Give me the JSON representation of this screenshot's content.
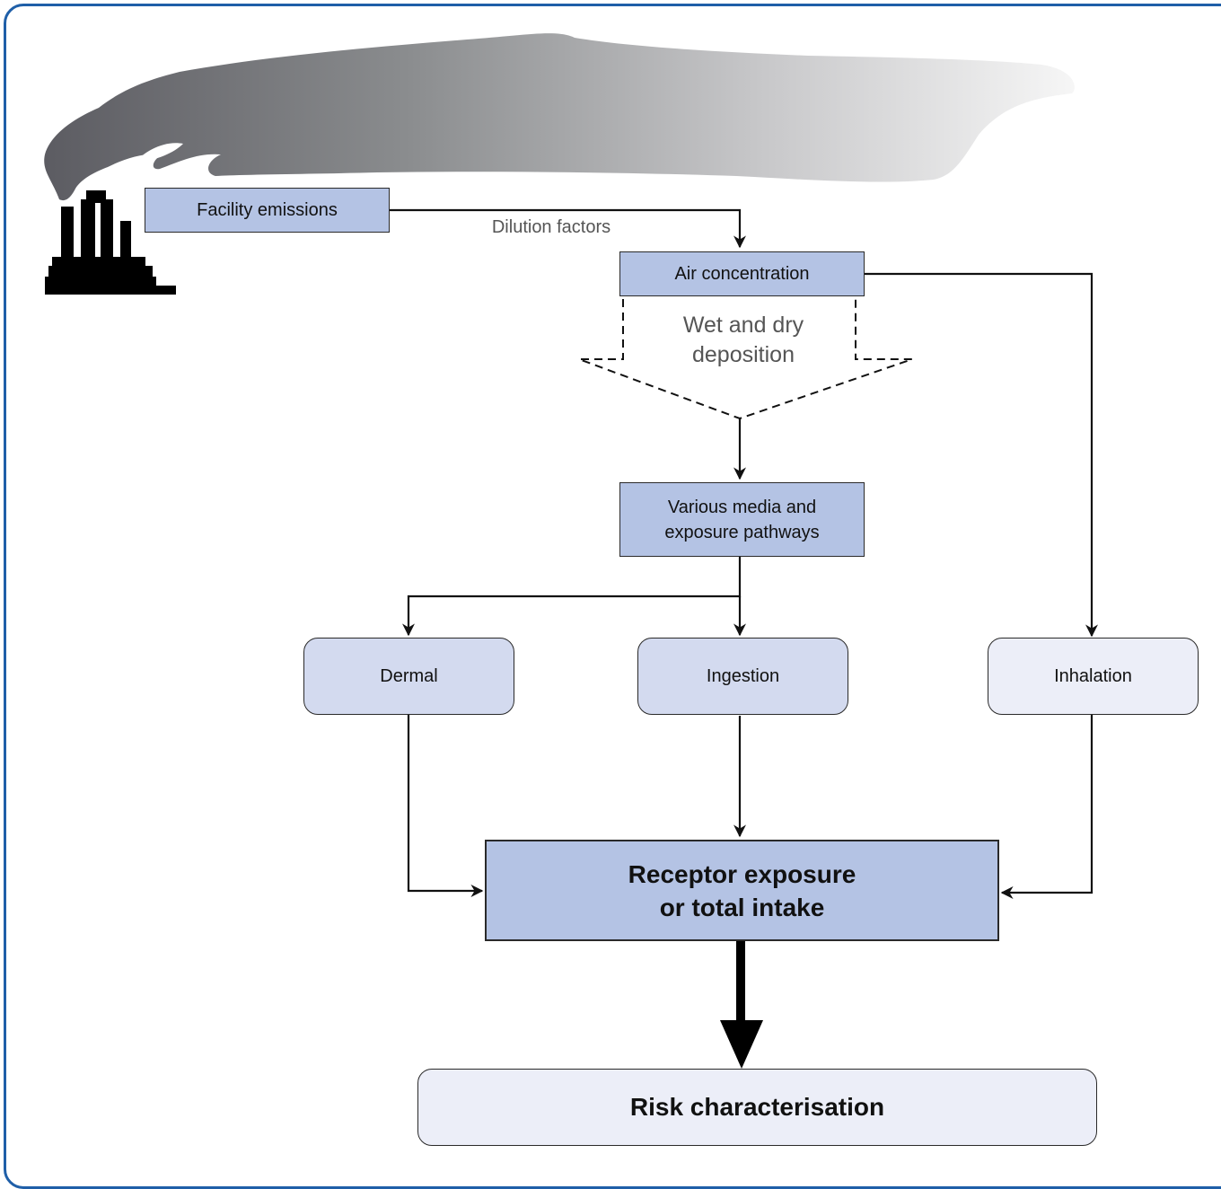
{
  "nodes": {
    "facility_emissions": "Facility emissions",
    "air_concentration": "Air concentration",
    "various_media_line1": "Various media and",
    "various_media_line2": "exposure pathways",
    "dermal": "Dermal",
    "ingestion": "Ingestion",
    "inhalation": "Inhalation",
    "receptor_line1": "Receptor exposure",
    "receptor_line2": "or total intake",
    "risk": "Risk characterisation"
  },
  "edge_labels": {
    "dilution": "Dilution factors",
    "deposition_line1": "Wet and dry",
    "deposition_line2": "deposition"
  },
  "colors": {
    "frame": "#1f5fa8",
    "box_blue": "#b4c3e4",
    "box_light": "#d3daef",
    "box_pale": "#eceef8",
    "plume_dark": "#5c5c62",
    "plume_light": "#f4f4f4"
  },
  "icons": [
    "factory-icon",
    "smoke-plume"
  ]
}
